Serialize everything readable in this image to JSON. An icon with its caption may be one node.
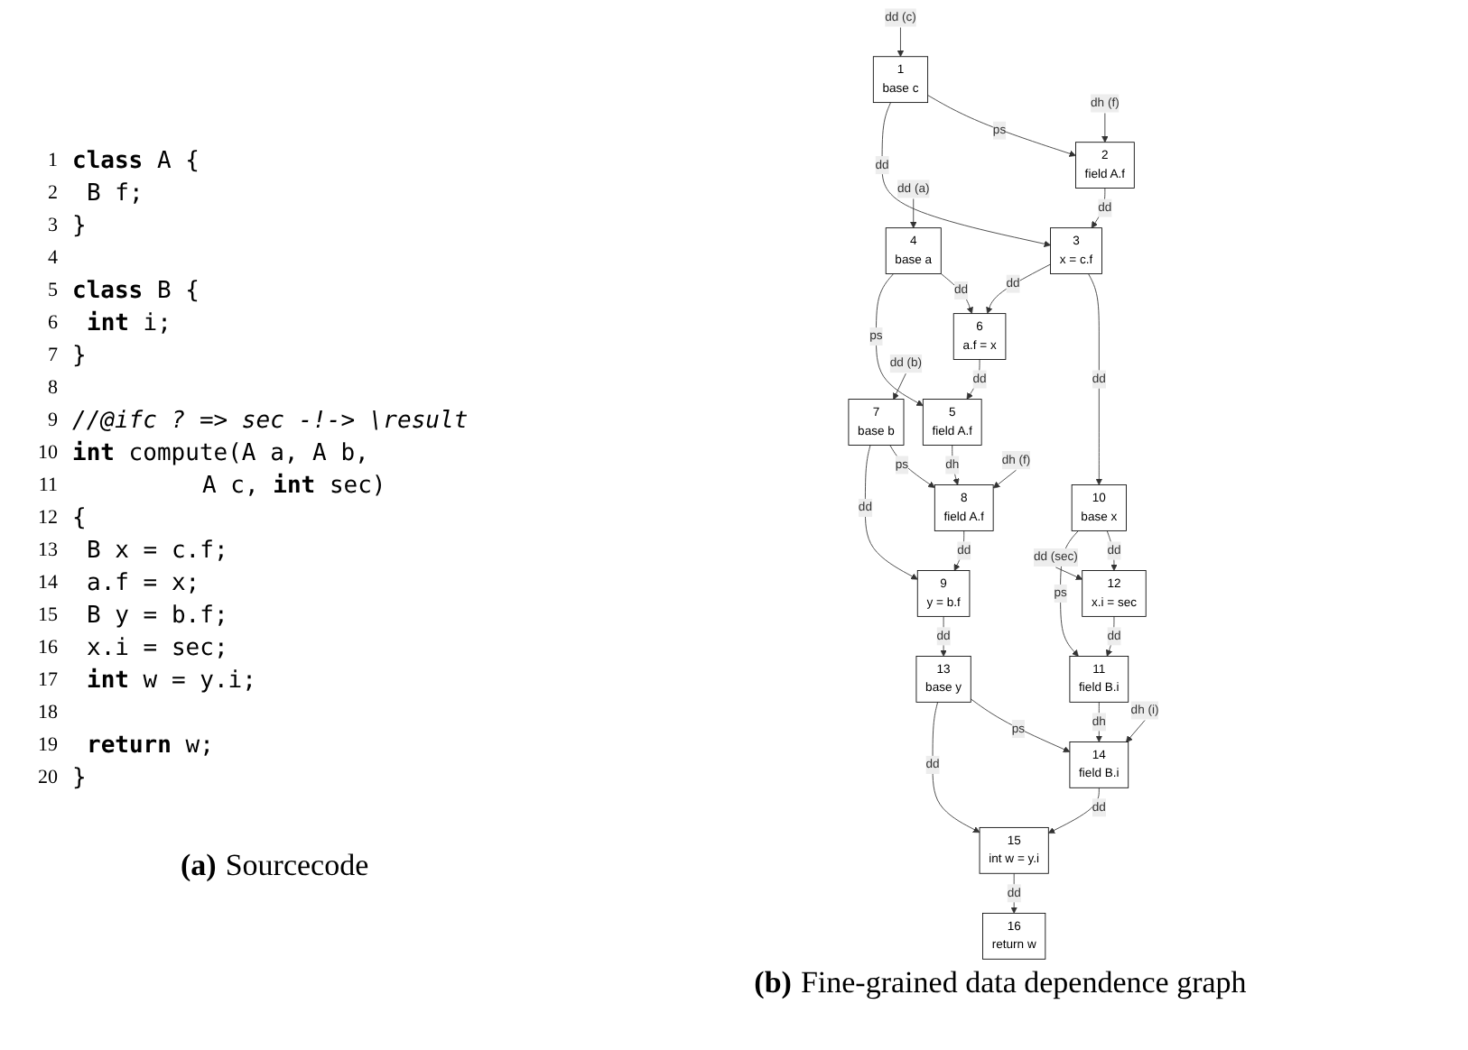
{
  "diagram": {
    "nodes": [
      {
        "text": [
          "1",
          "base c"
        ]
      },
      {
        "text": [
          "2",
          "field A.f"
        ]
      },
      {
        "text": [
          "3",
          "x = c.f"
        ]
      },
      {
        "text": [
          "4",
          "base a"
        ]
      },
      {
        "text": [
          "5",
          "field A.f"
        ]
      },
      {
        "text": [
          "6",
          "a.f = x"
        ]
      },
      {
        "text": [
          "7",
          "base b"
        ]
      },
      {
        "text": [
          "8",
          "field A.f"
        ]
      },
      {
        "text": [
          "9",
          "y = b.f"
        ]
      },
      {
        "text": [
          "10",
          "base x"
        ]
      },
      {
        "text": [
          "11",
          "field B.i"
        ]
      },
      {
        "text": [
          "12",
          "x.i = sec"
        ]
      },
      {
        "text": [
          "13",
          "base y"
        ]
      },
      {
        "text": [
          "14",
          "field B.i"
        ]
      },
      {
        "text": [
          "15",
          "int w = y.i"
        ]
      },
      {
        "text": [
          "16",
          "return w"
        ]
      }
    ],
    "edges": [
      {
        "from": null,
        "to": 0,
        "arrow": "to",
        "label": "dd (c)"
      },
      {
        "from": null,
        "to": 1,
        "arrow": "to",
        "label": "dh (f)"
      },
      {
        "from": 0,
        "to": 1,
        "arrow": "to",
        "label": "ps"
      },
      {
        "from": 0,
        "to": 2,
        "arrow": "to",
        "label": "dd"
      },
      {
        "from": 1,
        "to": 2,
        "arrow": "to",
        "label": "dd"
      },
      {
        "from": 2,
        "to": 9,
        "arrow": "to",
        "label": "dd"
      },
      {
        "from": 2,
        "to": 5,
        "arrow": "to",
        "label": "dd"
      },
      {
        "from": null,
        "to": 3,
        "arrow": "to",
        "label": "dd (a)"
      },
      {
        "from": 3,
        "to": 5,
        "arrow": "to",
        "label": "dd"
      },
      {
        "from": 3,
        "to": 4,
        "arrow": "to",
        "label": "ps"
      },
      {
        "from": 5,
        "to": 4,
        "arrow": "to",
        "label": "dd"
      },
      {
        "from": null,
        "to": 6,
        "arrow": "to",
        "label": "dd (b)"
      },
      {
        "from": null,
        "to": 7,
        "arrow": "to",
        "label": "dh (f)"
      },
      {
        "from": 4,
        "to": 7,
        "arrow": "to",
        "label": "dh"
      },
      {
        "from": 6,
        "to": 7,
        "arrow": "to",
        "label": "ps"
      },
      {
        "from": 6,
        "to": 8,
        "arrow": "to",
        "label": "dd"
      },
      {
        "from": 7,
        "to": 8,
        "arrow": "to",
        "label": "dd"
      },
      {
        "from": 8,
        "to": 12,
        "arrow": "to",
        "label": "dd"
      },
      {
        "from": null,
        "to": 11,
        "arrow": "to",
        "label": "dd (sec)"
      },
      {
        "from": 9,
        "to": 11,
        "arrow": "to",
        "label": "dd"
      },
      {
        "from": 9,
        "to": 10,
        "arrow": "to",
        "label": "ps"
      },
      {
        "from": 11,
        "to": 10,
        "arrow": "to",
        "label": "dd"
      },
      {
        "from": 10,
        "to": 13,
        "arrow": "to",
        "label": "dh"
      },
      {
        "from": null,
        "to": 13,
        "arrow": "to",
        "label": "dh (i)"
      },
      {
        "from": 12,
        "to": 13,
        "arrow": "to",
        "label": "ps"
      },
      {
        "from": 12,
        "to": 14,
        "arrow": "to",
        "label": "dd"
      },
      {
        "from": 13,
        "to": 14,
        "arrow": "to",
        "label": "dd"
      },
      {
        "from": 14,
        "to": 15,
        "arrow": "to",
        "label": "dd"
      }
    ],
    "labels": [
      "1",
      "**class** A {",
      "2",
      "B f;",
      "3",
      "}",
      "4",
      "5",
      "**class** B {",
      "6",
      "**int** i;",
      "7",
      "}",
      "8",
      "9",
      "//@ifc ? => sec -!-> \\result",
      "10",
      "**int** compute(A a, A b,",
      "11",
      "A c, **int** sec)",
      "12",
      "{",
      "13",
      "B x = c.f;",
      "14",
      "a.f = x;",
      "15",
      "B y = b.f;",
      "16",
      "x.i = sec;",
      "17",
      "**int** w = y.i;",
      "18",
      "19",
      "**return** w;",
      "20",
      "}",
      "(a)",
      "Sourcecode",
      "(b)",
      "Fine-grained data dependence graph"
    ]
  }
}
